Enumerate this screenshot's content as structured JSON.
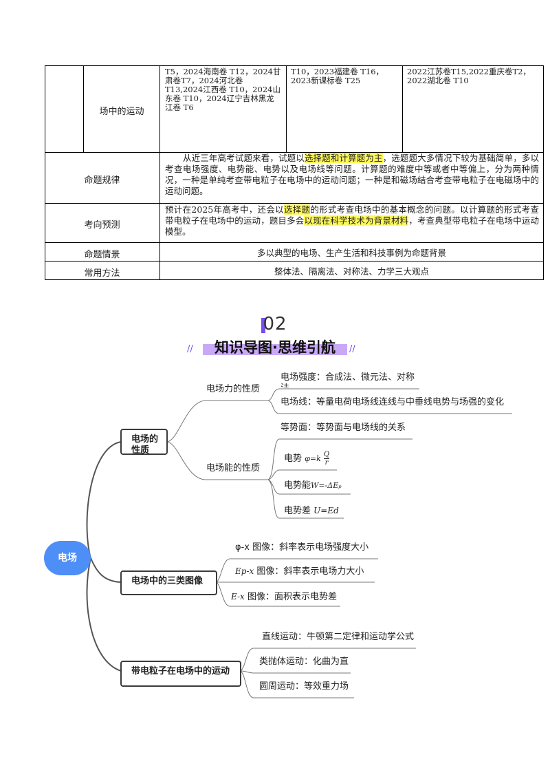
{
  "table": {
    "row1": {
      "label": "场中的运动",
      "col1": "T5，2024海南卷 T12，2024甘肃卷T7，2024河北卷 T13,2024江西卷 T10，2024山东卷 T10，2024辽宁吉林黑龙江卷 T6",
      "col2": "T10，2023福建卷 T16，2023新课标卷 T25",
      "col3": "2022江苏卷T15,2022重庆卷T2，2022湖北卷 T10"
    },
    "rule": {
      "label": "命题规律",
      "text_a": "从近三年高考试题来看，试题以",
      "hl_a": "选择题和计算题为主",
      "text_b": "，选题题大多情况下较为基础简单，多以考查电场强度、电势能、电势以及电场线等问题。计算题的难度中等或者中等偏上，分为两种情况，一种是单纯考查带电粒子在电场中的运动问题；一种是和磁场结合考查带电粒子在电磁场中的运动问题。"
    },
    "predict": {
      "label": "考向预测",
      "text_a": "预计在2025年高考中，还会以",
      "hl_a": "选择题",
      "text_b": "的形式考查电场中的基本概念的问题。以计算题的形式考查带电粒子在电场中的运动，题目多会",
      "hl_b": "以现在科学技术为背景材料",
      "text_c": "，考查典型带电粒子在电场中运动模型。"
    },
    "scenario": {
      "label": "命题情景",
      "text": "多以典型的电场、生产生活和科技事例为命题背景"
    },
    "method": {
      "label": "常用方法",
      "text": "整体法、隔离法、对称法、力学三大观点"
    }
  },
  "section": {
    "number": "02",
    "title": "知识导图·思维引航",
    "slashes": "//"
  },
  "mindmap": {
    "root": "电场",
    "nodes": {
      "n1": "电场的性质",
      "n2": "电场中的三类图像",
      "n3": "带电粒子在电场中的运动"
    },
    "sub": {
      "force": "电场力的性质",
      "energy": "电场能的性质"
    },
    "leaves": {
      "strength": "电场强度：合成法、微元法、对称法",
      "lines": "电场线：等量电荷电场线连线与中垂线电势与场强的变化",
      "equip": "等势面：等势面与电场线的关系",
      "potential": "电势",
      "potential_f1": "φ=k",
      "potential_num": "Q",
      "potential_den": "r",
      "penergy": "电势能",
      "penergy_f": "W=-ΔEₚ",
      "pdiff": "电势差",
      "pdiff_f": "U=Ed",
      "phi_x": "φ-x 图像：斜率表示电场强度大小",
      "ep_x_var": "Ep-x",
      "ep_x": " 图像：斜率表示电场力大小",
      "e_x_var": "E-x",
      "e_x": " 图像：面积表示电势差",
      "linear": "直线运动：牛顿第二定律和运动学公式",
      "projectile": "类抛体运动：化曲为直",
      "circular": "圆周运动：等效重力场"
    }
  }
}
